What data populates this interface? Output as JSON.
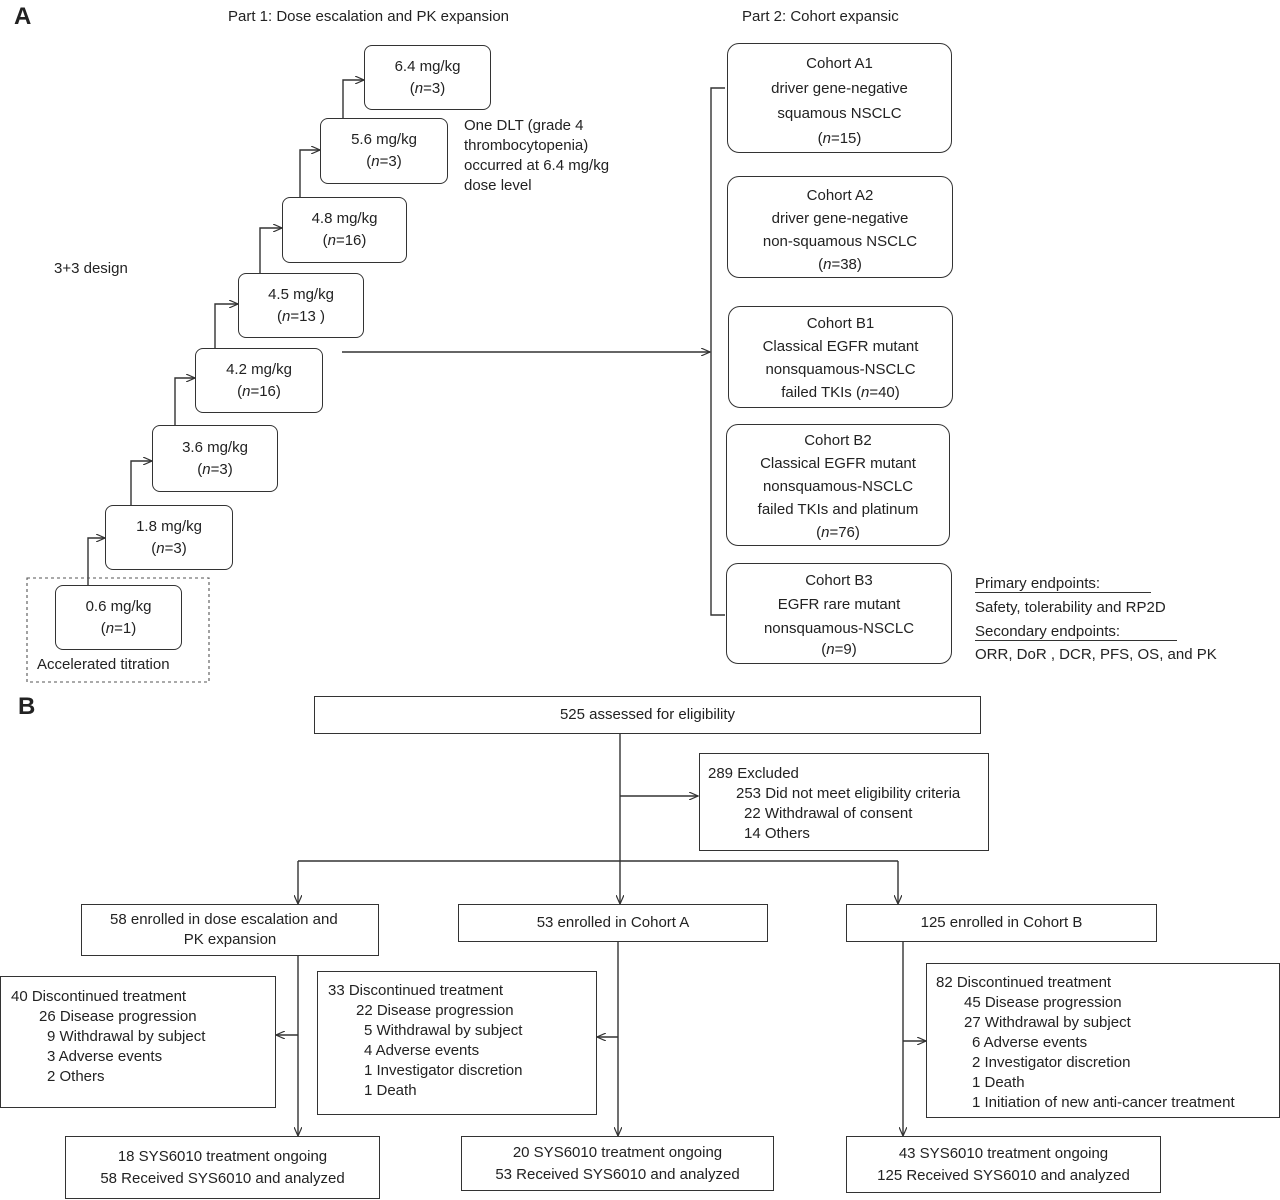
{
  "panel_a": {
    "letter": "A",
    "part1_title": "Part 1: Dose escalation and PK expansion",
    "part2_title": "Part 2: Cohort expansic",
    "design_label": "3+3 design",
    "dlt_note": [
      "One DLT (grade 4",
      "thrombocytopenia)",
      "occurred at 6.4 mg/kg",
      "dose level"
    ],
    "accelerated_label": "Accelerated titration",
    "n_prefix": "n",
    "doses": [
      {
        "dose": "0.6 mg/kg",
        "n": "=1)"
      },
      {
        "dose": "1.8 mg/kg",
        "n": "=3)"
      },
      {
        "dose": "3.6 mg/kg",
        "n": "=3)"
      },
      {
        "dose": "4.2 mg/kg",
        "n": "=16)"
      },
      {
        "dose": "4.5 mg/kg",
        "n": "=13 )"
      },
      {
        "dose": "4.8 mg/kg",
        "n": "=16)"
      },
      {
        "dose": "5.6 mg/kg",
        "n": "=3)"
      },
      {
        "dose": "6.4 mg/kg",
        "n": "=3)"
      }
    ],
    "cohorts": [
      {
        "name": "Cohort A1",
        "desc": [
          "driver gene-negative",
          "squamous NSCLC"
        ],
        "n": "=15)"
      },
      {
        "name": "Cohort A2",
        "desc": [
          "driver gene-negative",
          "non-squamous NSCLC"
        ],
        "n": "=38)"
      },
      {
        "name": "Cohort B1",
        "desc": [
          "Classical EGFR mutant",
          "nonsquamous-NSCLC"
        ],
        "last_pre": "failed TKIs (",
        "n": "=40)"
      },
      {
        "name": "Cohort B2",
        "desc": [
          "Classical EGFR mutant",
          "nonsquamous-NSCLC",
          "failed TKIs and platinum"
        ],
        "n": "=76)"
      },
      {
        "name": "Cohort B3",
        "desc": [
          "EGFR rare mutant",
          "nonsquamous-NSCLC"
        ],
        "n": "=9)"
      }
    ],
    "endpoints": {
      "primary_title": "Primary endpoints:",
      "primary_text": "Safety, tolerability and RP2D",
      "secondary_title": "Secondary endpoints:",
      "secondary_text": "ORR,   DoR , DCR, PFS, OS, and PK"
    }
  },
  "panel_b": {
    "letter": "B",
    "assessed": "525 assessed for eligibility",
    "excluded": [
      "289 Excluded",
      "253 Did not meet eligibility criteria",
      "22 Withdrawal of consent",
      "14 Others"
    ],
    "enrolled": [
      {
        "lines": [
          "58 enrolled in dose escalation and",
          "PK expansion"
        ]
      },
      {
        "lines": [
          "53 enrolled in Cohort A"
        ]
      },
      {
        "lines": [
          "125 enrolled in Cohort B"
        ]
      }
    ],
    "discontinued": [
      [
        "40 Discontinued treatment",
        "26 Disease progression",
        "9 Withdrawal by subject",
        "3 Adverse events",
        "2 Others"
      ],
      [
        "33 Discontinued treatment",
        "22 Disease progression",
        "5 Withdrawal by subject",
        "4 Adverse events",
        "1 Investigator discretion",
        "1 Death"
      ],
      [
        "82 Discontinued treatment",
        "45 Disease progression",
        "27 Withdrawal by subject",
        "6 Adverse events",
        "2 Investigator discretion",
        "1 Death",
        "1 Initiation of new anti-cancer treatment"
      ]
    ],
    "ongoing": [
      [
        "18 SYS6010 treatment ongoing",
        "58 Received SYS6010 and analyzed"
      ],
      [
        "20 SYS6010 treatment ongoing",
        "53 Received SYS6010 and analyzed"
      ],
      [
        "43 SYS6010 treatment ongoing",
        "125 Received SYS6010 and analyzed"
      ]
    ]
  }
}
